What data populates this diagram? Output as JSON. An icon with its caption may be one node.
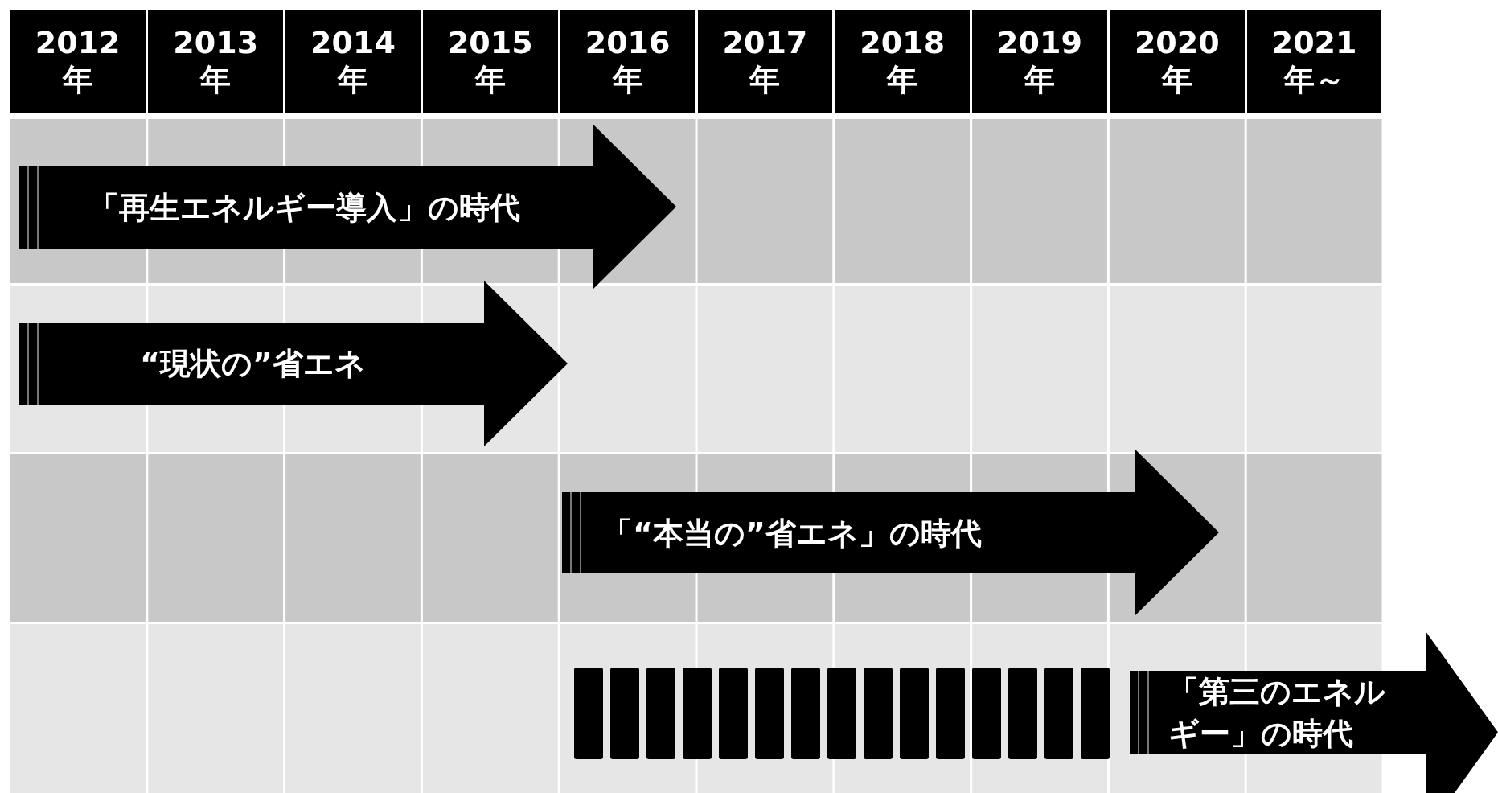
{
  "diagram": {
    "nodes": [
      {
        "text": [
          "2012年"
        ]
      },
      {
        "text": [
          "2013年"
        ]
      },
      {
        "text": [
          "2014年"
        ]
      },
      {
        "text": [
          "2015年"
        ]
      },
      {
        "text": [
          "2016年"
        ]
      },
      {
        "text": [
          "2017年"
        ]
      },
      {
        "text": [
          "2018年"
        ]
      },
      {
        "text": [
          "2019年"
        ]
      },
      {
        "text": [
          "2020年"
        ]
      },
      {
        "text": [
          "2021年～"
        ]
      },
      {
        "text": [
          "「再生エネルギー導入」の時代"
        ]
      },
      {
        "text": [
          "“現状の”省エネ"
        ]
      },
      {
        "text": [
          "「“本当の”省エネ」の時代"
        ]
      },
      {
        "text": [
          "「第三のエネルギー」の時代"
        ]
      }
    ]
  }
}
